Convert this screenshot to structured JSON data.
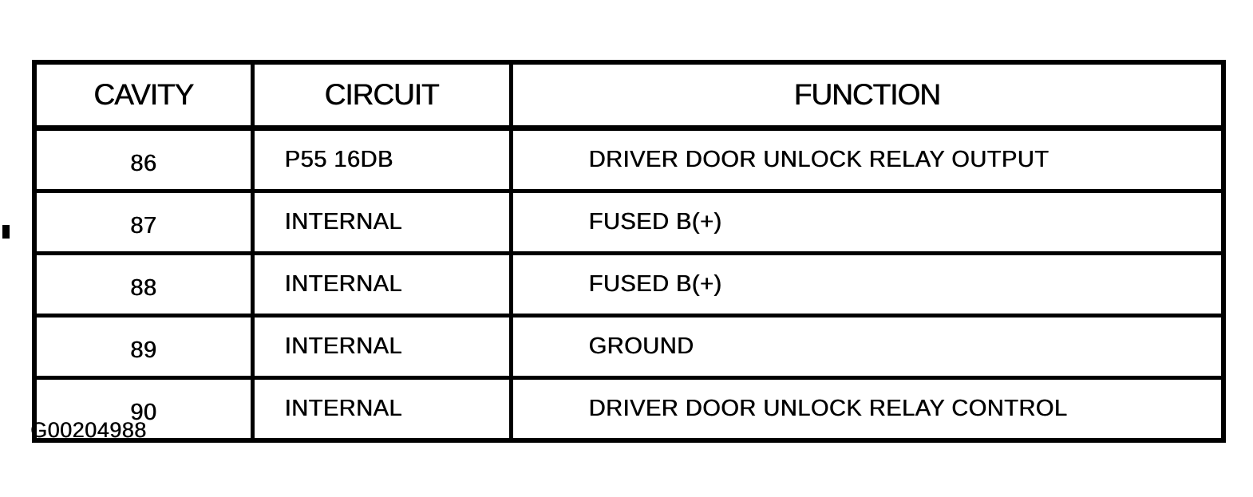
{
  "colors": {
    "ink": "#000000",
    "paper": "#ffffff"
  },
  "table": {
    "headers": [
      "CAVITY",
      "CIRCUIT",
      "FUNCTION"
    ],
    "rows": [
      [
        "86",
        "P55 16DB",
        "DRIVER DOOR UNLOCK RELAY OUTPUT"
      ],
      [
        "87",
        "INTERNAL",
        "FUSED B(+)"
      ],
      [
        "88",
        "INTERNAL",
        "FUSED B(+)"
      ],
      [
        "89",
        "INTERNAL",
        "GROUND"
      ],
      [
        "90",
        "INTERNAL",
        "DRIVER DOOR UNLOCK RELAY CONTROL"
      ]
    ]
  },
  "figure_label": "G00204988"
}
